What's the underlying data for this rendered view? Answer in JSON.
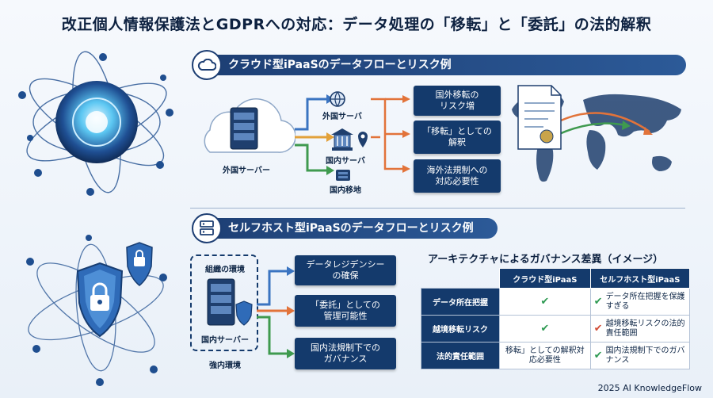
{
  "title": "改正個人情報保護法とGDPRへの対応：データ処理の「移転」と「委託」の法的解釈",
  "cloud_section": {
    "banner": "クラウド型iPaaSのデータフローとリスク例",
    "source_label": "外国サーバー",
    "targets": [
      "外国サーバ",
      "国内サーバ",
      "国内移地"
    ],
    "boxes": [
      {
        "line1": "国外移転の",
        "line2": "リスク増"
      },
      {
        "line1": "「移転」としての",
        "line2": "解釈"
      },
      {
        "line1": "海外法規制への",
        "line2": "対応必要性"
      }
    ]
  },
  "self_section": {
    "banner": "セルフホスト型iPaaSのデータフローとリスク例",
    "org_label": "組織の環境",
    "server_label": "国内サーバー",
    "env_label": "強内環境",
    "boxes": [
      {
        "line1": "データレジデンシー",
        "line2": "の確保"
      },
      {
        "line1": "「委託」としての",
        "line2": "管理可能性"
      },
      {
        "line1": "国内法規制下での",
        "line2": "ガバナンス"
      }
    ]
  },
  "governance": {
    "title": "アーキテクチャによるガバナンス差異（イメージ）",
    "columns": [
      "クラウド型iPaaS",
      "セルフホスト型iPaaS"
    ],
    "rows": [
      {
        "label": "データ所在把握",
        "cloud": "",
        "self_text": "データ所在把握を保護すぎる",
        "cloud_mark": "green",
        "self_mark": "green"
      },
      {
        "label": "越境移転リスク",
        "cloud": "",
        "self_text": "越境移転リスクの法的責任範囲",
        "cloud_mark": "green",
        "self_mark": "red"
      },
      {
        "label": "法的責任範囲",
        "cloud": "移転」としての解釈対応必要性",
        "self_text": "国内法規制下でのガバナンス",
        "cloud_mark": "none",
        "self_mark": "green"
      }
    ]
  },
  "footer": "2025 AI KnowledgeFlow",
  "colors": {
    "navy": "#143a6c",
    "orange": "#e2733a",
    "green": "#3f9a4f",
    "blue": "#3a74c1"
  }
}
